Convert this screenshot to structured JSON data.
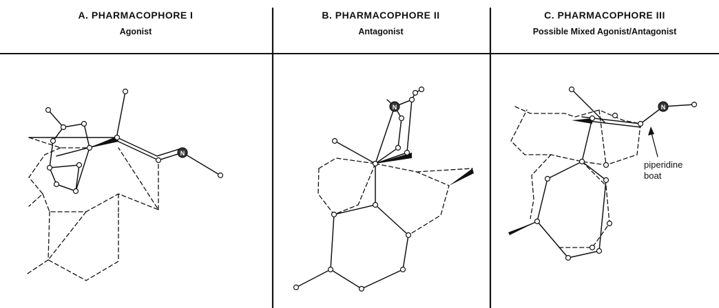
{
  "panels": [
    {
      "title": "A.  PHARMACOPHORE I",
      "subtitle": "Agonist"
    },
    {
      "title": "B.  PHARMACOPHORE II",
      "subtitle": "Antagonist"
    },
    {
      "title": "C.  PHARMACOPHORE III",
      "subtitle": "Possible Mixed Agonist/Antagonist"
    }
  ],
  "atom_label": "N",
  "annotation": {
    "line1": "piperidine",
    "line2": "boat"
  },
  "colors": {
    "ink": "#111111",
    "background": "#ffffff"
  }
}
